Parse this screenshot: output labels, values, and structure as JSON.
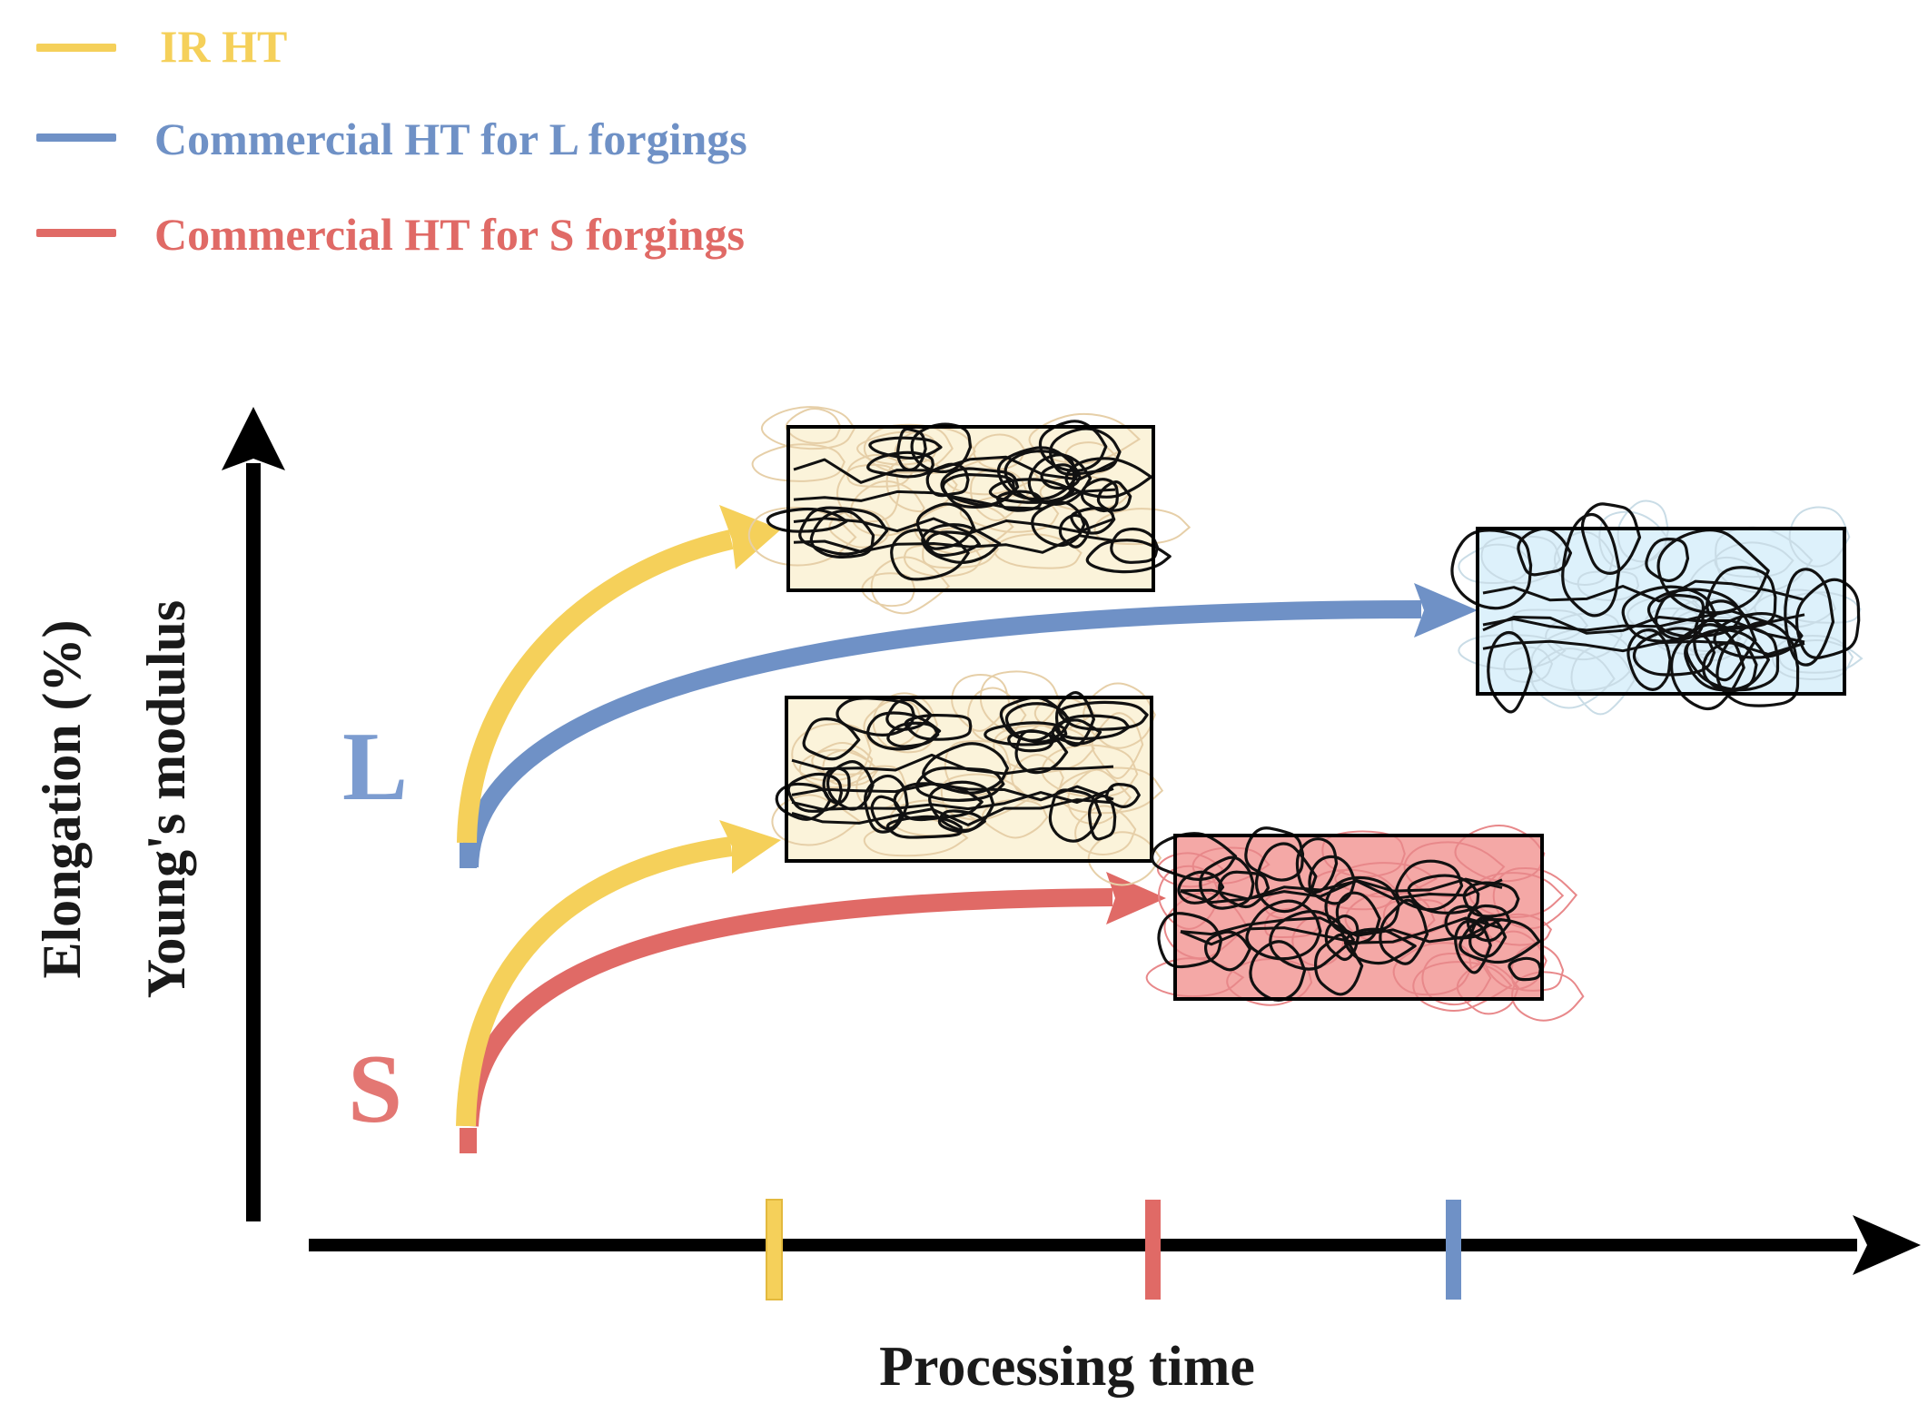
{
  "colors": {
    "ir": "#F5D05A",
    "ir_edge": "#E3B93E",
    "large": "#6F91C6",
    "small": "#E06A66",
    "axis": "#000000",
    "grain_line": "#111111",
    "fill_ir": "#FBF3DA",
    "fill_large": "#DDF1FB",
    "fill_small": "#F4A8A6",
    "label_l": "#7C9CD0",
    "label_s": "#E37773",
    "text": "#1A1A1A"
  },
  "legend": {
    "items": [
      {
        "key": "ir",
        "label": "IR HT"
      },
      {
        "key": "large",
        "label": "Commercial HT for L forgings"
      },
      {
        "key": "small",
        "label": "Commercial HT for S forgings"
      }
    ]
  },
  "axes": {
    "y_label_outer": "Elongation  (%)",
    "y_label_inner": "Young's modulus",
    "x_label": "Processing time"
  },
  "groups": {
    "large_label": "L",
    "small_label": "S"
  },
  "timeline": {
    "markers": [
      {
        "key": "ir",
        "order": 1
      },
      {
        "key": "small",
        "order": 2
      },
      {
        "key": "large",
        "order": 3
      }
    ]
  },
  "microstructures": [
    {
      "key": "ir",
      "group": "L",
      "variant": "fine-duplex"
    },
    {
      "key": "large",
      "group": "L",
      "variant": "coarse-equiaxed"
    },
    {
      "key": "ir",
      "group": "S",
      "variant": "fine-duplex"
    },
    {
      "key": "small",
      "group": "S",
      "variant": "mixed"
    }
  ],
  "icons": {
    "y_axis": "arrow-up-icon",
    "x_axis": "arrow-right-icon"
  }
}
